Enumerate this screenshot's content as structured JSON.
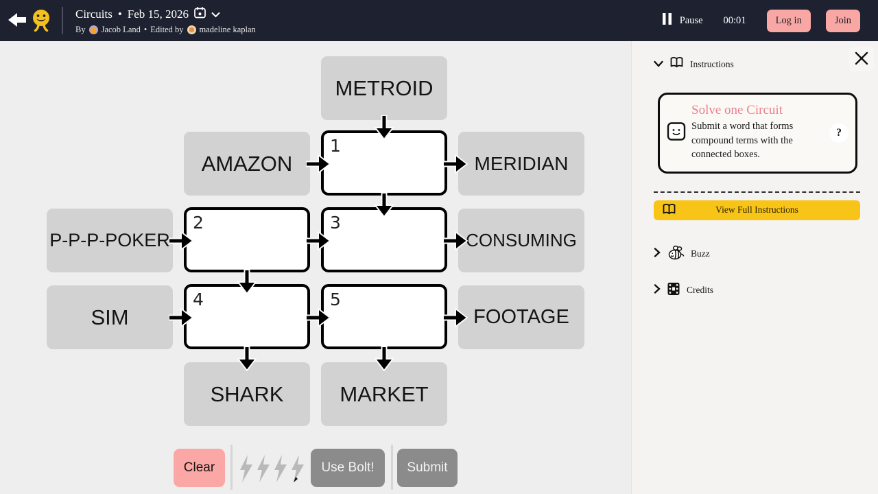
{
  "header": {
    "title": "Circuits",
    "separator": "•",
    "date": "Feb 15, 2026",
    "byline_prefix": "By",
    "author": "Jacob Land",
    "byline_separator": "•",
    "edited_prefix": "Edited by",
    "editor": "madeline kaplan",
    "pause_label": "Pause",
    "timer": "00:01",
    "login_label": "Log in",
    "join_label": "Join"
  },
  "board": {
    "metroid": "METROID",
    "amazon": "AMAZON",
    "meridian": "MERIDIAN",
    "poker": "P-P-P-POKER",
    "consuming": "CONSUMING",
    "sim": "SIM",
    "footage": "FOOTAGE",
    "shark": "SHARK",
    "market": "MARKET",
    "slots": [
      "1",
      "2",
      "3",
      "4",
      "5"
    ]
  },
  "controls": {
    "clear_label": "Clear",
    "bolt_count": 4,
    "use_bolt_label": "Use Bolt!",
    "submit_label": "Submit"
  },
  "sidebar": {
    "instructions_label": "Instructions",
    "goal": {
      "title": "Solve one Circuit",
      "body": "Submit a word that forms compound terms with the connected boxes.",
      "help_label": "?"
    },
    "view_full_label": "View Full Instructions",
    "buzz_label": "Buzz",
    "credits_label": "Credits"
  },
  "colors": {
    "topbar": "#1e2230",
    "accent_salmon": "#f9a7a4",
    "accent_yellow": "#f8c417",
    "button_gray": "#8b8b8b",
    "goal_title_pink": "#ee7e8a",
    "box_gray": "#d2d2d2"
  }
}
